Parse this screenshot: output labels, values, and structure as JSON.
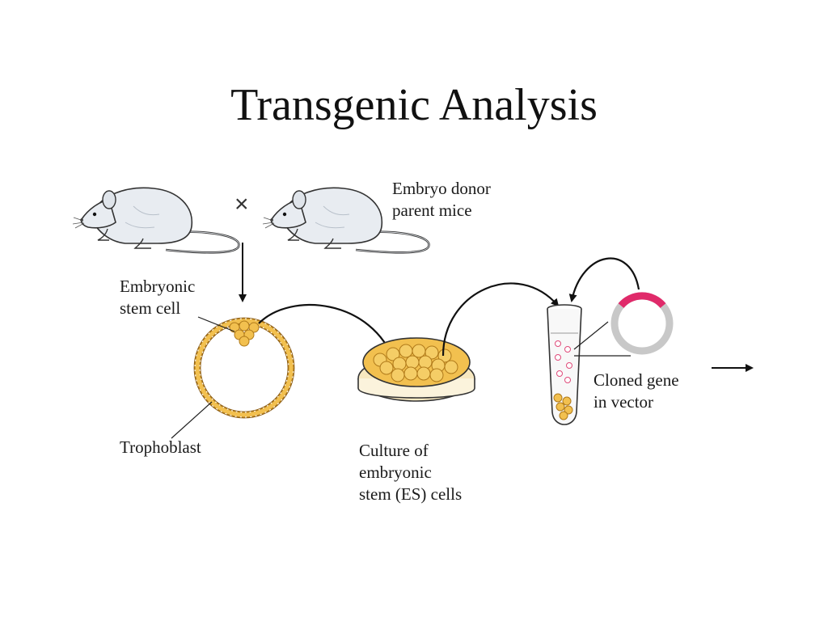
{
  "slide": {
    "title": "Transgenic Analysis"
  },
  "labels": {
    "cross_symbol": "×",
    "donor_mice": "Embryo donor\nparent mice",
    "embryonic_stem_cell": "Embryonic\nstem cell",
    "trophoblast": "Trophoblast",
    "es_culture": "Culture of\nembryonic\nstem (ES) cells",
    "cloned_gene": "Cloned gene\nin vector"
  },
  "colors": {
    "mouse_fill": "#e8ecf1",
    "cell_fill": "#f2c04f",
    "cell_edge": "#b07a1a",
    "vector_ring": "#c8c8c8",
    "gene_insert": "#e02a6a"
  }
}
